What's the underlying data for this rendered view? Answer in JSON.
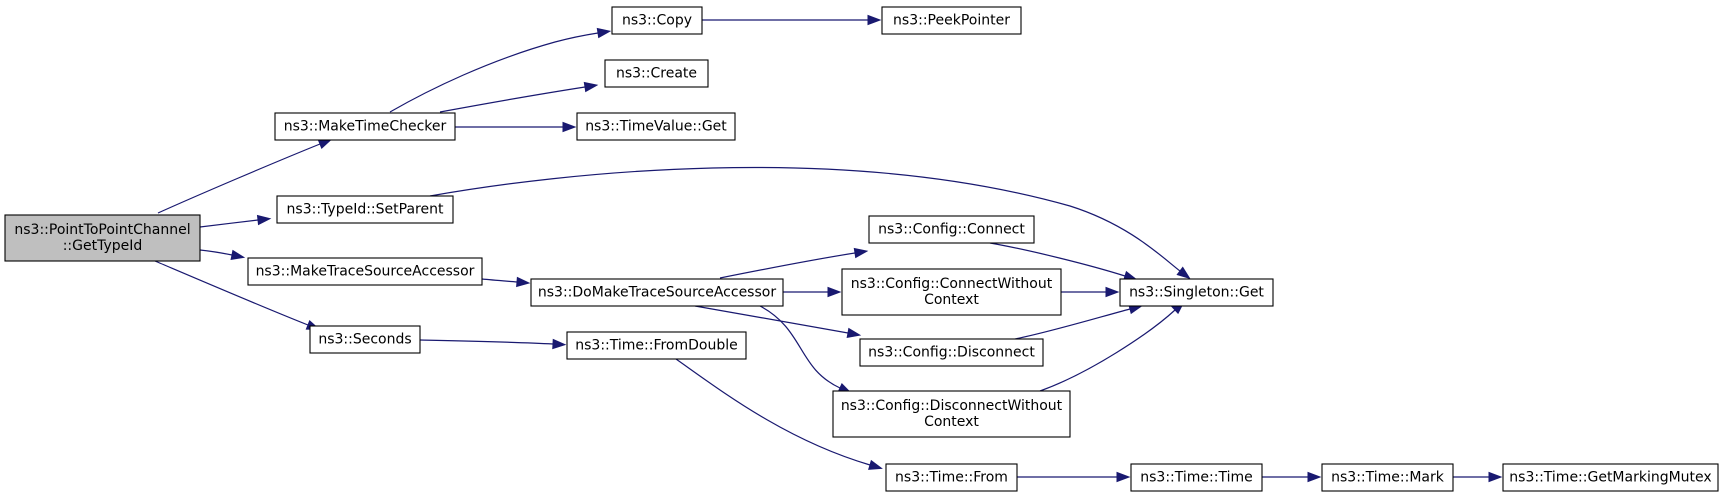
{
  "graph": {
    "title": "",
    "nodes": [
      {
        "id": "root",
        "lines": [
          "ns3::PointToPointChannel",
          "::GetTypeId"
        ],
        "root": true
      },
      {
        "id": "maketimechecker",
        "lines": [
          "ns3::MakeTimeChecker"
        ]
      },
      {
        "id": "copy",
        "lines": [
          "ns3::Copy"
        ]
      },
      {
        "id": "peekpointer",
        "lines": [
          "ns3::PeekPointer"
        ]
      },
      {
        "id": "create",
        "lines": [
          "ns3::Create"
        ]
      },
      {
        "id": "timevalueget",
        "lines": [
          "ns3::TimeValue::Get"
        ]
      },
      {
        "id": "setparent",
        "lines": [
          "ns3::TypeId::SetParent"
        ]
      },
      {
        "id": "maketrace",
        "lines": [
          "ns3::MakeTraceSourceAccessor"
        ]
      },
      {
        "id": "domaketrace",
        "lines": [
          "ns3::DoMakeTraceSourceAccessor"
        ]
      },
      {
        "id": "connect",
        "lines": [
          "ns3::Config::Connect"
        ]
      },
      {
        "id": "connectwithout",
        "lines": [
          "ns3::Config::ConnectWithout",
          "Context"
        ]
      },
      {
        "id": "disconnect",
        "lines": [
          "ns3::Config::Disconnect"
        ]
      },
      {
        "id": "disconnectwithout",
        "lines": [
          "ns3::Config::DisconnectWithout",
          "Context"
        ]
      },
      {
        "id": "singletonget",
        "lines": [
          "ns3::Singleton::Get"
        ]
      },
      {
        "id": "seconds",
        "lines": [
          "ns3::Seconds"
        ]
      },
      {
        "id": "fromdouble",
        "lines": [
          "ns3::Time::FromDouble"
        ]
      },
      {
        "id": "timefrom",
        "lines": [
          "ns3::Time::From"
        ]
      },
      {
        "id": "timetime",
        "lines": [
          "ns3::Time::Time"
        ]
      },
      {
        "id": "timemark",
        "lines": [
          "ns3::Time::Mark"
        ]
      },
      {
        "id": "getmarkingmutex",
        "lines": [
          "ns3::Time::GetMarkingMutex"
        ]
      }
    ],
    "edges": [
      {
        "from": "root",
        "to": "maketimechecker"
      },
      {
        "from": "root",
        "to": "setparent"
      },
      {
        "from": "root",
        "to": "maketrace"
      },
      {
        "from": "root",
        "to": "seconds"
      },
      {
        "from": "maketimechecker",
        "to": "copy"
      },
      {
        "from": "maketimechecker",
        "to": "create"
      },
      {
        "from": "maketimechecker",
        "to": "timevalueget"
      },
      {
        "from": "copy",
        "to": "peekpointer"
      },
      {
        "from": "setparent",
        "to": "singletonget"
      },
      {
        "from": "maketrace",
        "to": "domaketrace"
      },
      {
        "from": "domaketrace",
        "to": "connect"
      },
      {
        "from": "domaketrace",
        "to": "connectwithout"
      },
      {
        "from": "domaketrace",
        "to": "disconnect"
      },
      {
        "from": "domaketrace",
        "to": "disconnectwithout"
      },
      {
        "from": "connect",
        "to": "singletonget"
      },
      {
        "from": "connectwithout",
        "to": "singletonget"
      },
      {
        "from": "disconnect",
        "to": "singletonget"
      },
      {
        "from": "disconnectwithout",
        "to": "singletonget"
      },
      {
        "from": "seconds",
        "to": "fromdouble"
      },
      {
        "from": "fromdouble",
        "to": "timefrom"
      },
      {
        "from": "timefrom",
        "to": "timetime"
      },
      {
        "from": "timetime",
        "to": "timemark"
      },
      {
        "from": "timemark",
        "to": "getmarkingmutex"
      }
    ]
  }
}
